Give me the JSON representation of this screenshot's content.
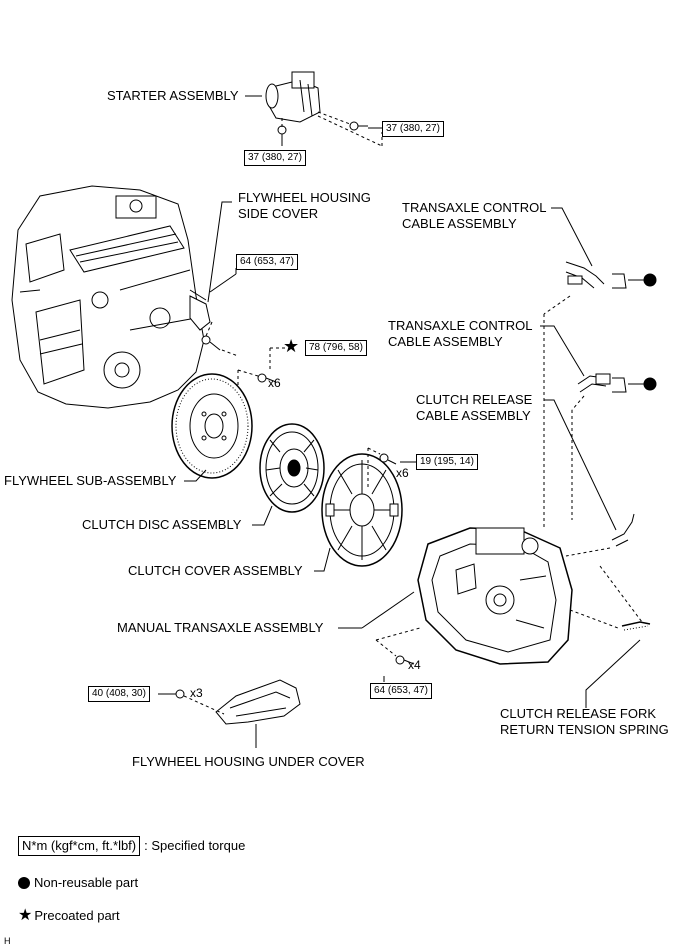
{
  "components": {
    "starter": "STARTER ASSEMBLY",
    "flywheel_cover_1": "FLYWHEEL HOUSING",
    "flywheel_cover_2": "SIDE COVER",
    "tcc1_1": "TRANSAXLE CONTROL",
    "tcc1_2": "CABLE ASSEMBLY",
    "tcc2_1": "TRANSAXLE CONTROL",
    "tcc2_2": "CABLE ASSEMBLY",
    "crc_1": "CLUTCH RELEASE",
    "crc_2": "CABLE ASSEMBLY",
    "flywheel_sub": "FLYWHEEL SUB-ASSEMBLY",
    "clutch_disc": "CLUTCH DISC ASSEMBLY",
    "clutch_cover": "CLUTCH COVER ASSEMBLY",
    "manual_transaxle": "MANUAL TRANSAXLE ASSEMBLY",
    "spring_1": "CLUTCH RELEASE FORK",
    "spring_2": "RETURN TENSION SPRING",
    "under_cover": "FLYWHEEL HOUSING UNDER COVER"
  },
  "torques": {
    "starter_right": "37 (380, 27)",
    "starter_lower": "37 (380, 27)",
    "side_cover": "64 (653, 47)",
    "flywheel": "78 (796, 58)",
    "clutch_cover": "19 (195, 14)",
    "transaxle": "64 (653, 47)",
    "under_cover": "40 (408, 30)"
  },
  "quantities": {
    "flywheel": "x6",
    "clutch_cover": "x6",
    "transaxle": "x4",
    "under_cover": "x3"
  },
  "legend": {
    "torque_unit": "N*m (kgf*cm, ft.*lbf)",
    "torque_desc": ": Specified torque",
    "nonreusable": "Non-reusable part",
    "precoated": "Precoated part"
  },
  "figure_code": "H"
}
